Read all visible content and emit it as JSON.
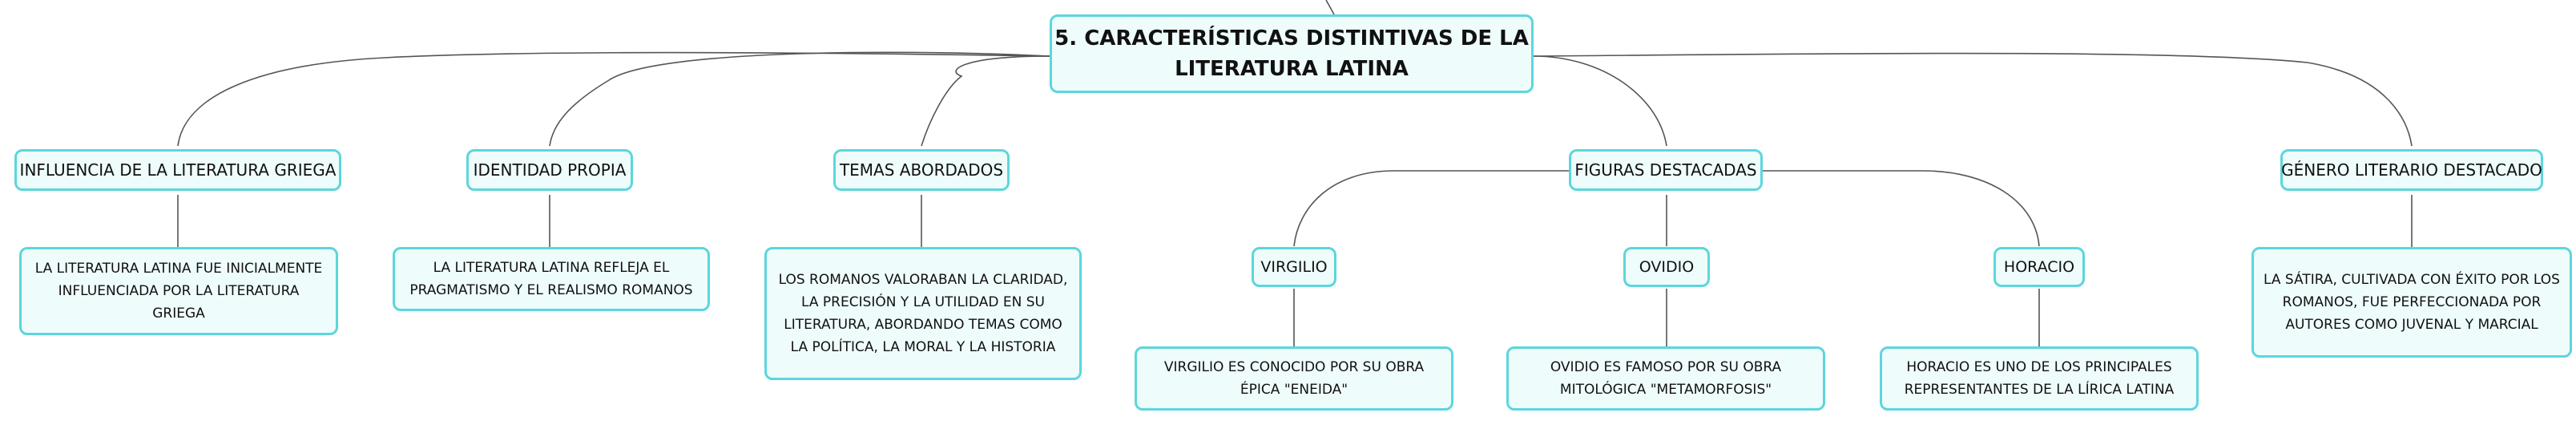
{
  "root": {
    "title": "5. CARACTERÍSTICAS DISTINTIVAS DE LA LITERATURA LATINA"
  },
  "topics": [
    {
      "label": "INFLUENCIA DE LA LITERATURA GRIEGA",
      "detail": "LA LITERATURA LATINA FUE INICIALMENTE INFLUENCIADA POR LA LITERATURA GRIEGA"
    },
    {
      "label": "IDENTIDAD PROPIA",
      "detail": "LA LITERATURA LATINA REFLEJA EL PRAGMATISMO Y EL REALISMO ROMANOS"
    },
    {
      "label": "TEMAS ABORDADOS",
      "detail": "LOS ROMANOS VALORABAN LA CLARIDAD, LA PRECISIÓN Y LA UTILIDAD EN SU LITERATURA, ABORDANDO TEMAS COMO LA POLÍTICA, LA MORAL Y LA HISTORIA"
    },
    {
      "label": "FIGURAS DESTACADAS",
      "figures": [
        {
          "name": "VIRGILIO",
          "detail": "VIRGILIO ES CONOCIDO POR SU OBRA ÉPICA \"ENEIDA\""
        },
        {
          "name": "OVIDIO",
          "detail": "OVIDIO ES FAMOSO POR SU OBRA MITOLÓGICA \"METAMORFOSIS\""
        },
        {
          "name": "HORACIO",
          "detail": "HORACIO ES UNO DE LOS PRINCIPALES REPRESENTANTES DE LA LÍRICA LATINA"
        }
      ]
    },
    {
      "label": "GÉNERO LITERARIO DESTACADO",
      "detail": "LA SÁTIRA, CULTIVADA CON ÉXITO POR LOS ROMANOS, FUE PERFECCIONADA POR AUTORES COMO JUVENAL Y MARCIAL"
    }
  ],
  "colors": {
    "node_fill": "#effcfc",
    "node_border": "#5cd6dc",
    "connector": "#555555"
  }
}
